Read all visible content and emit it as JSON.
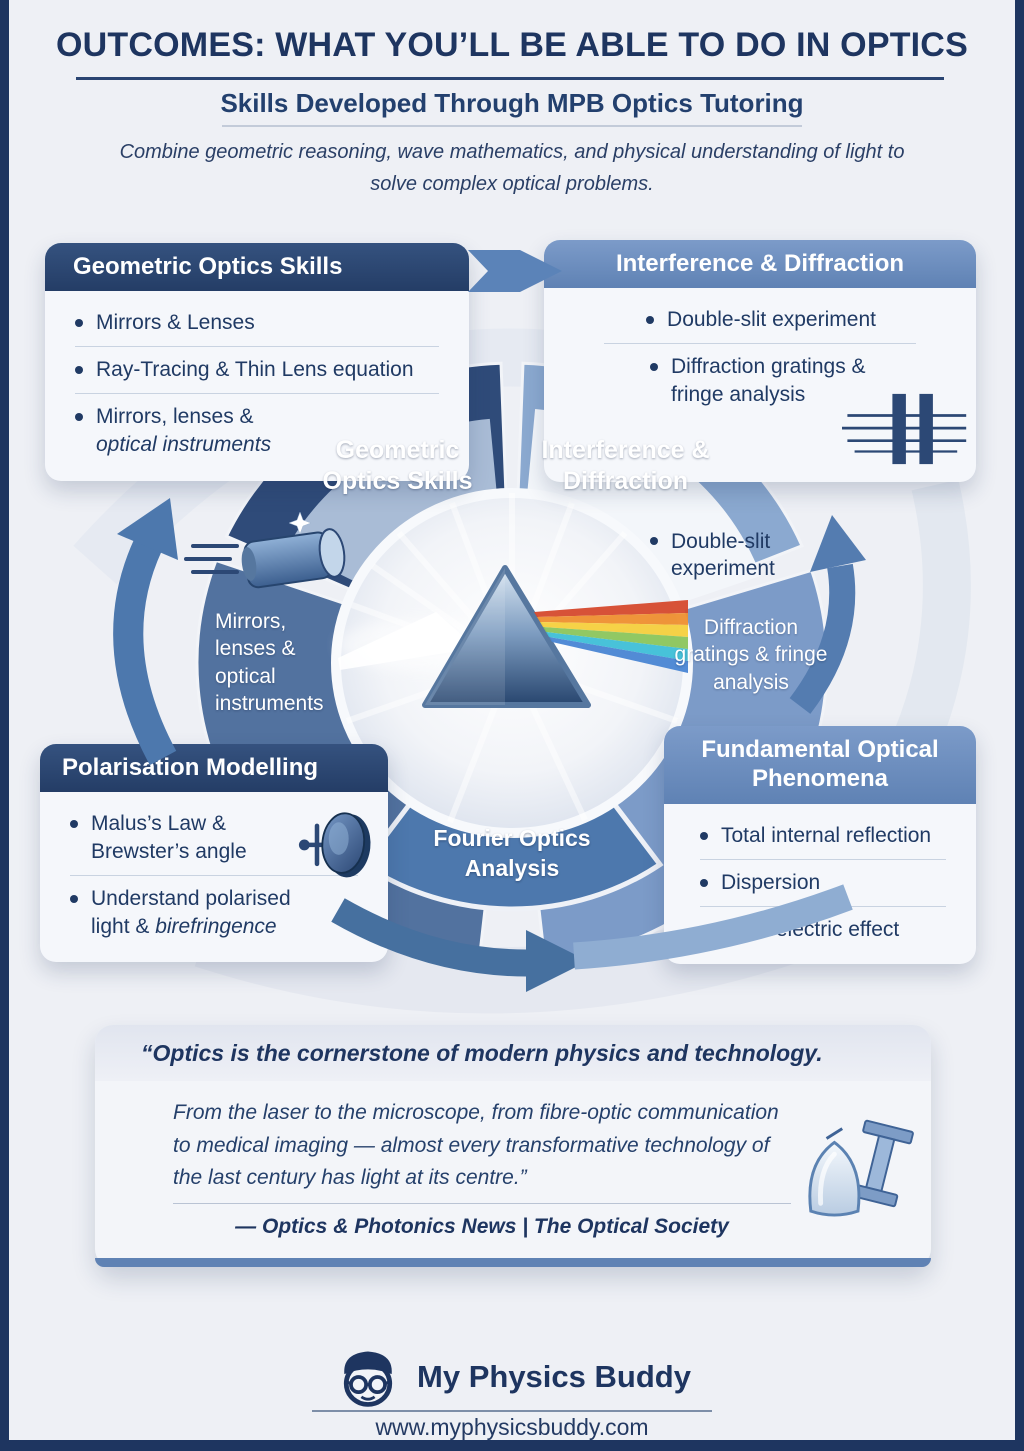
{
  "header": {
    "title": "OUTCOMES: WHAT YOU’LL BE ABLE TO DO IN OPTICS",
    "subtitle": "Skills Developed Through MPB Optics Tutoring",
    "description": "Combine geometric reasoning, wave mathematics, and physical understanding of light to solve complex optical problems."
  },
  "cards": {
    "geometric": {
      "title": "Geometric Optics Skills",
      "bullets": [
        {
          "t": "Mirrors & Lenses"
        },
        {
          "t": "Ray-Tracing & Thin Lens equation"
        },
        {
          "t": "Mirrors, lenses &",
          "i": "optical instruments"
        }
      ]
    },
    "interference": {
      "title": "Interference & Diffraction",
      "bullets": [
        {
          "t": "Double-slit experiment"
        },
        {
          "t": "Diffraction gratings &",
          "t2": "fringe analysis"
        }
      ]
    },
    "polarisation": {
      "title": "Polarisation Modelling",
      "bullets": [
        {
          "t": "Malus’s Law &",
          "t2": "Brewster’s angle"
        },
        {
          "t": "Understand polarised",
          "t2": "light & ",
          "i": "birefringence"
        }
      ]
    },
    "fundamental": {
      "title": "Fundamental Optical Phenomena",
      "bullets": [
        {
          "t": "Total internal reflection"
        },
        {
          "t": "Dispersion"
        },
        {
          "t": "Photoelectric effect"
        }
      ]
    }
  },
  "diagram": {
    "sector_tl": "Geometric Optics Skills",
    "sector_tr": "Interference & Diffraction",
    "sector_left": "Mirrors, lenses & optical instruments",
    "sector_right_bullet": "Double-slit experiment",
    "sector_right2": "Diffraction gratings & fringe analysis",
    "sector_bottom": "Fourier Optics Analysis"
  },
  "quote": {
    "headline": "“Optics is the cornerstone of modern physics and technology.",
    "body": "From the laser to the microscope, from fibre-optic communication to medical imaging — almost every transformative technology of the last century has light at its centre.”",
    "attribution": "— Optics & Photonics News | The Optical Society"
  },
  "footer": {
    "brand": "My Physics Buddy",
    "url": "www.myphysicsbuddy.com"
  },
  "icons": {
    "torch": "flashlight beam",
    "double_slit": "double-slit barrier",
    "polariser": "polarising filter on axis",
    "prism_center": "dispersive prism with rainbow",
    "quote_glass": "glass prism shapes",
    "logo": "tutor face with beret and glasses"
  },
  "colors": {
    "navy": "#1e3560",
    "card_header_dark": "#2c4875",
    "card_header_blue": "#6b8ec0",
    "sector_dark": "#2f4b79",
    "sector_steel": "#8ba9d0",
    "sector_slate": "#52729f",
    "sector_blue": "#7c9bc8",
    "fourier_band": "#4d78ad",
    "arrow": "#4d78ad",
    "background": "#eef0f5"
  }
}
